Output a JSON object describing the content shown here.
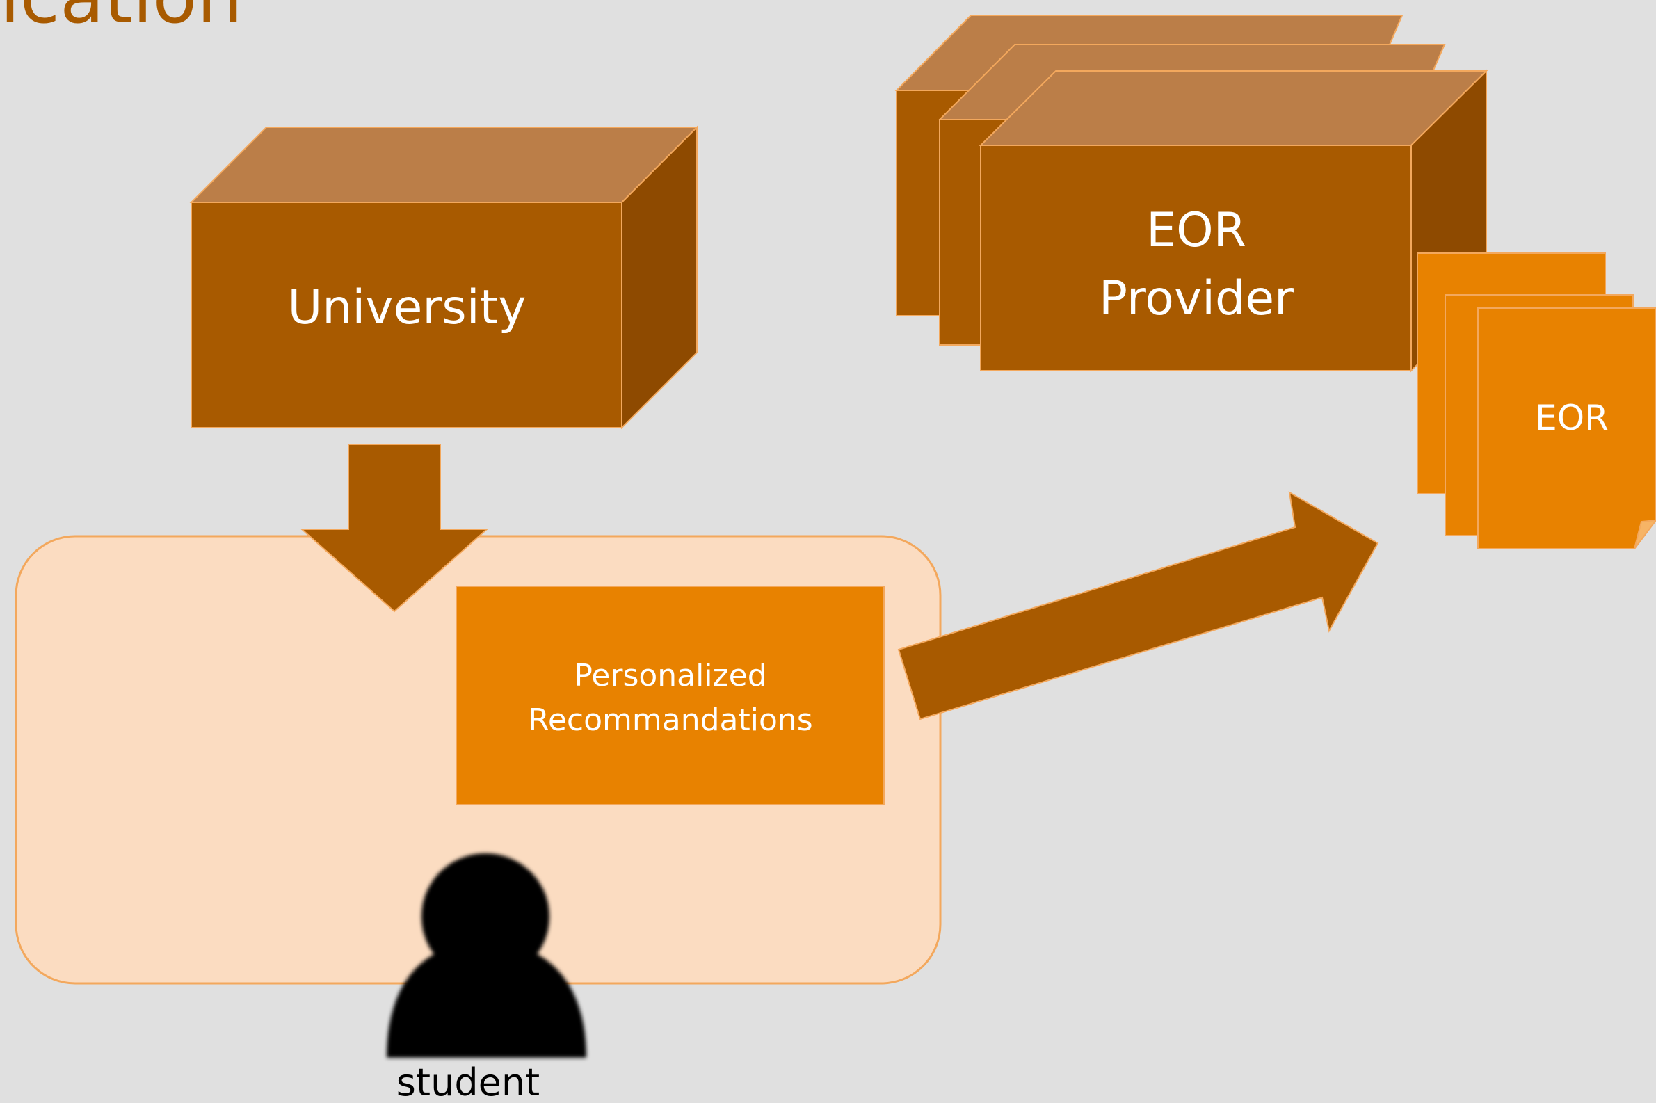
{
  "slide": {
    "title_fragment": "ication"
  },
  "nodes": {
    "university": "University",
    "eor_provider": [
      "EOR",
      "Provider"
    ],
    "eor_document": "EOR",
    "recommendations": [
      "Personalized",
      "Recommandations"
    ],
    "student": "student"
  },
  "colors": {
    "background": "#e0e0e0",
    "box_front": "#a85a00",
    "box_top": "#bb7e48",
    "box_side": "#8e4a00",
    "orange": "#e88200",
    "panel": "#fbdcc1",
    "panel_stroke": "#f3a85d",
    "title": "#a85a00"
  }
}
